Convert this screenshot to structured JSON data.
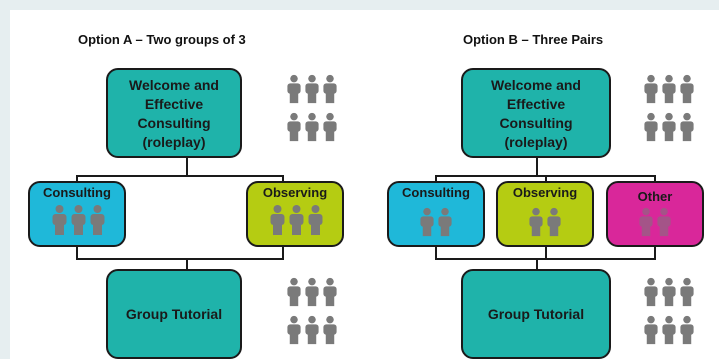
{
  "colors": {
    "teal": "#1fb3aa",
    "cyan": "#1fb8d9",
    "lime": "#b5cc12",
    "magenta": "#d9279a",
    "person_dark": "#7a7a7a",
    "person_light": "#ffffff"
  },
  "icons": [
    "person-icon"
  ],
  "option_a": {
    "title": "Option A – Two groups of 3",
    "welcome_lines": [
      "Welcome and",
      "Effective",
      "Consulting",
      "(roleplay)"
    ],
    "consulting": "Consulting",
    "observing": "Observing",
    "tutorial": "Group Tutorial"
  },
  "option_b": {
    "title": "Option B – Three Pairs",
    "welcome_lines": [
      "Welcome and",
      "Effective",
      "Consulting",
      "(roleplay)"
    ],
    "consulting": "Consulting",
    "observing": "Observing",
    "other": "Other",
    "tutorial": "Group Tutorial"
  }
}
